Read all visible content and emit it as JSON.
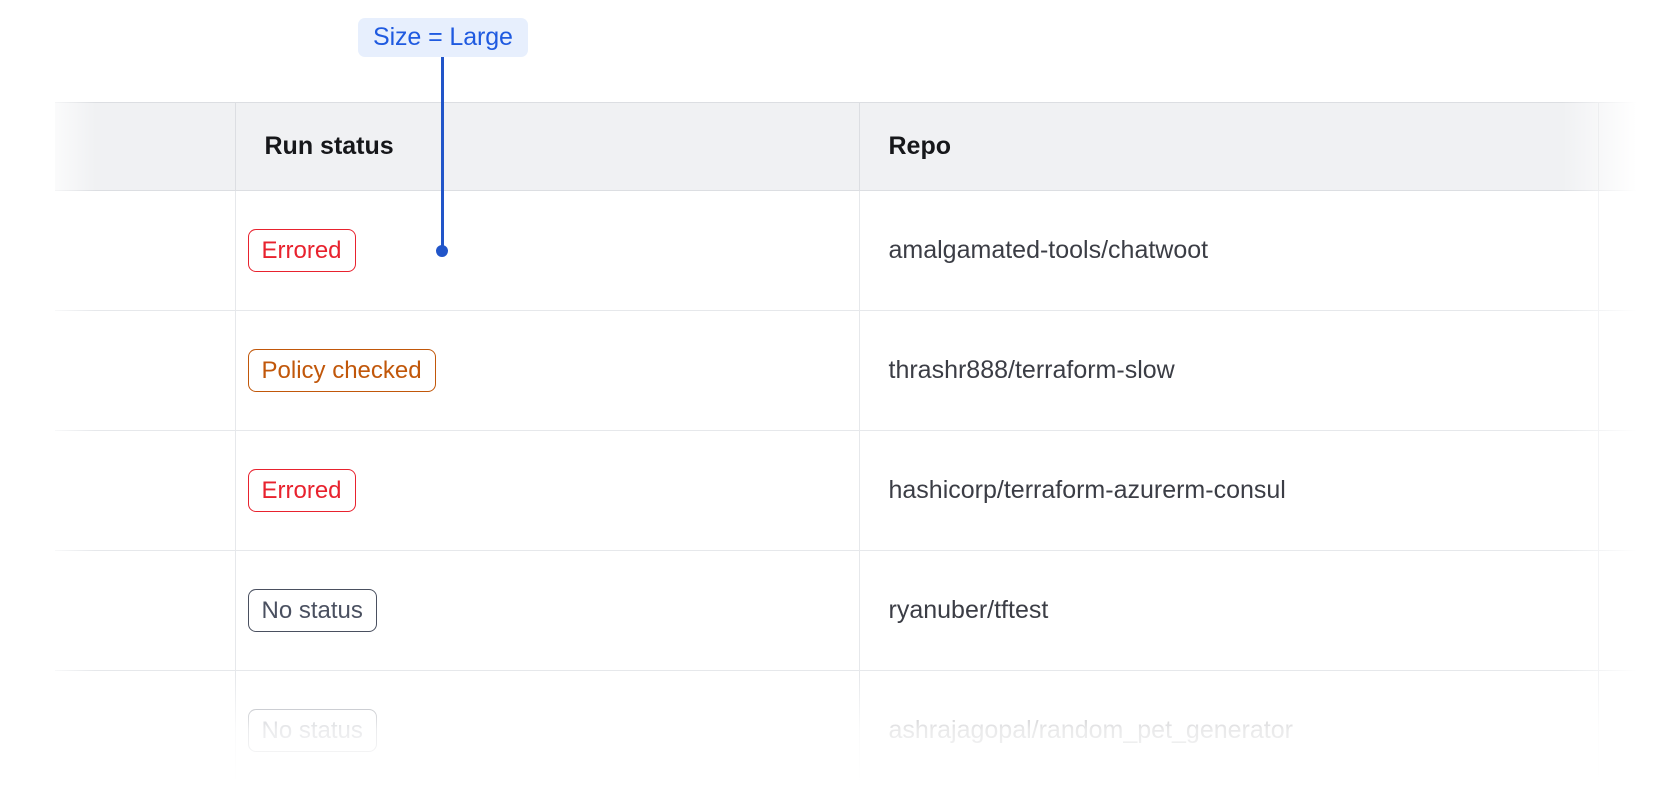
{
  "annotation": {
    "label": "Size = Large",
    "accent_color": "#2155c9",
    "badge_background": "#e7effd",
    "badge_text_color": "#1f5ae0",
    "connector": "vertical-line-with-dot",
    "points_at": "run-status-column-row-1"
  },
  "table": {
    "columns": [
      {
        "key": "spacer",
        "label": ""
      },
      {
        "key": "run_status",
        "label": "Run status"
      },
      {
        "key": "repo",
        "label": "Repo"
      },
      {
        "key": "extra",
        "label": ""
      }
    ],
    "header_background": "#f0f1f3",
    "rows": [
      {
        "status": "Errored",
        "status_style": "errored",
        "status_color": "#e8222e",
        "repo": "amalgamated-tools/chatwoot",
        "faded": false
      },
      {
        "status": "Policy checked",
        "status_style": "policy-checked",
        "status_color": "#c1570a",
        "repo": "thrashr888/terraform-slow",
        "faded": false
      },
      {
        "status": "Errored",
        "status_style": "errored",
        "status_color": "#e8222e",
        "repo": "hashicorp/terraform-azurerm-consul",
        "faded": false
      },
      {
        "status": "No status",
        "status_style": "no-status",
        "status_color": "#4a5060",
        "repo": "ryanuber/tftest",
        "faded": false
      },
      {
        "status": "No status",
        "status_style": "no-status",
        "status_color": "#4a5060",
        "repo": "ashrajagopal/random_pet_generator",
        "faded": true
      }
    ]
  }
}
